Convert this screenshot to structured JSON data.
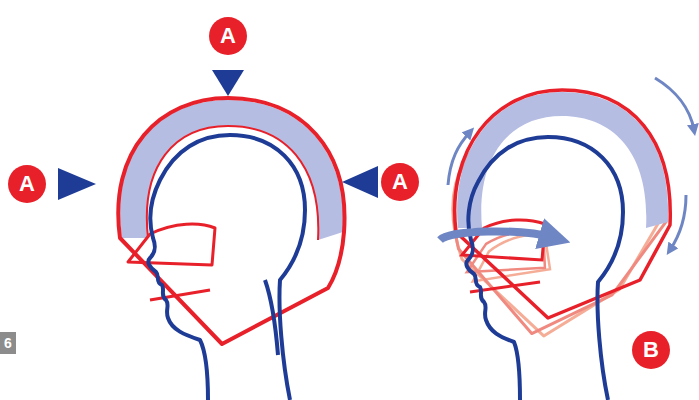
{
  "diagram": {
    "labels": [
      "A",
      "A",
      "A",
      "B",
      "6"
    ]
  }
}
